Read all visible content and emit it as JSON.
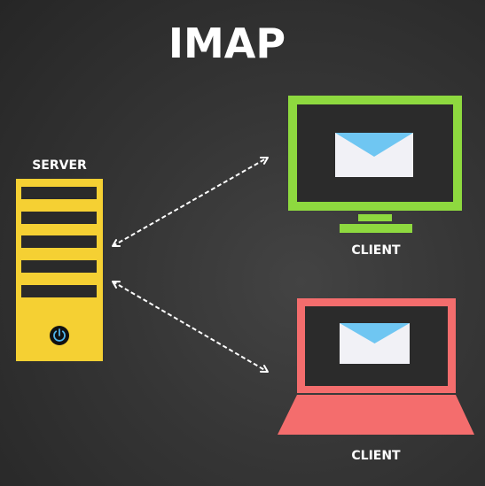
{
  "title": "IMAP",
  "server": {
    "label": "SERVER",
    "slot_count": 5,
    "body_color": "#f5d033",
    "power_icon": "power-icon"
  },
  "clients": [
    {
      "label": "CLIENT",
      "device": "desktop-monitor",
      "color": "#8ed93f",
      "content_icon": "envelope-icon"
    },
    {
      "label": "CLIENT",
      "device": "laptop",
      "color": "#f46d6d",
      "content_icon": "envelope-icon"
    }
  ],
  "connections": [
    {
      "from": "server",
      "to": "client-desktop",
      "style": "dashed",
      "arrows": "both"
    },
    {
      "from": "server",
      "to": "client-laptop",
      "style": "dashed",
      "arrows": "both"
    }
  ],
  "colors": {
    "background": "#303030",
    "screen": "#2b2b2b",
    "envelope_flap": "#6fc6f2",
    "envelope_body": "#f1f1f6",
    "connector": "#ffffff"
  }
}
